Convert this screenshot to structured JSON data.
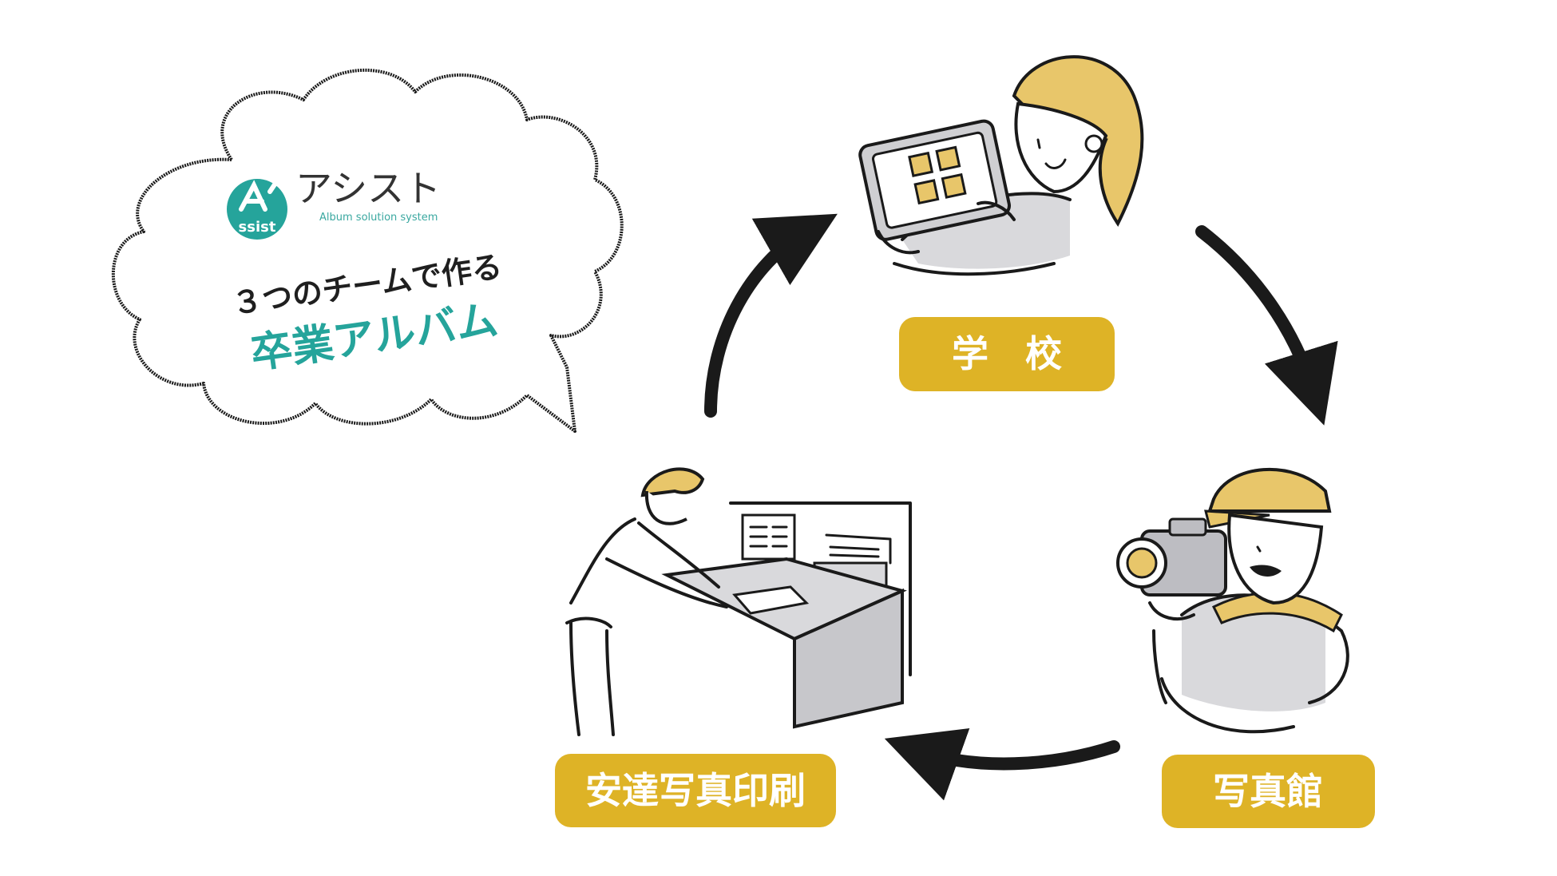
{
  "colors": {
    "accent_gold": "#deb326",
    "hair_gold": "#e8c66a",
    "teal": "#25a49b",
    "ink": "#1a1a1a",
    "gray_fill": "#cfcfd2",
    "label_text": "#ffffff"
  },
  "speech_bubble": {
    "logo": {
      "mark_text": "ssist",
      "title": "アシスト",
      "subtitle": "Album solution system"
    },
    "line1": "３つのチームで作る",
    "line2": "卒業アルバム"
  },
  "nodes": {
    "school": {
      "label": "学　校",
      "icon": "teacher-with-tablet-icon"
    },
    "studio": {
      "label": "写真館",
      "icon": "photographer-with-camera-icon"
    },
    "printer": {
      "label": "安達写真印刷",
      "icon": "print-operator-icon"
    }
  },
  "arrows": [
    {
      "from": "printer",
      "to": "school"
    },
    {
      "from": "school",
      "to": "studio"
    },
    {
      "from": "studio",
      "to": "printer"
    }
  ]
}
